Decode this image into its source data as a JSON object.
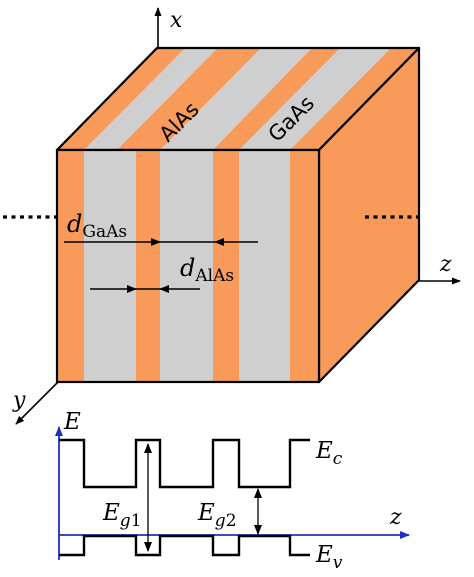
{
  "labels": {
    "axis_x": "x",
    "axis_y": "y",
    "axis_z": "z",
    "material_alas": "AlAs",
    "material_gaas": "GaAs",
    "d_gaas_main": "d",
    "d_gaas_sub": "GaAs",
    "d_alas_main": "d",
    "d_alas_sub": "AlAs",
    "band_energy": "E",
    "band_z": "z",
    "ec_main": "E",
    "ec_sub": "c",
    "ev_main": "E",
    "ev_sub": "v",
    "eg1_main": "E",
    "eg1_sub": "g1",
    "eg2_main": "E",
    "eg2_sub": "g2"
  },
  "colors": {
    "alas_orange": "#f89a5a",
    "gaas_gray": "#cfcfcf",
    "outline": "#000000",
    "band_axis_blue": "#1f2fbf"
  },
  "icons": {
    "axis_arrows": "arrow-icon"
  }
}
